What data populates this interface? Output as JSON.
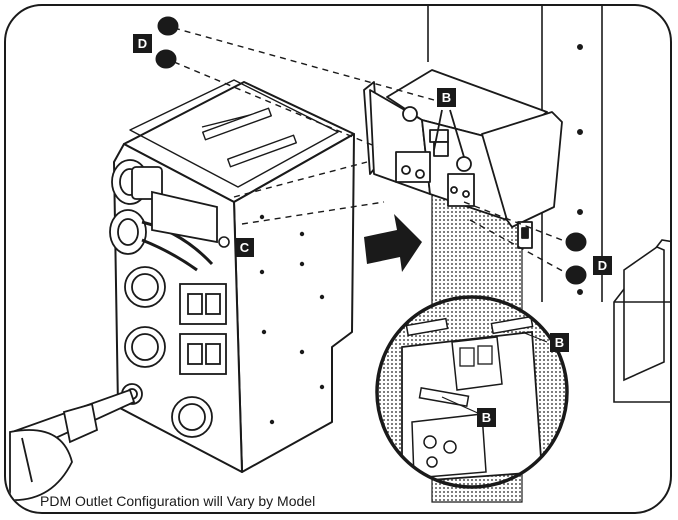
{
  "caption": "PDM Outlet Configuration will Vary by Model",
  "callouts": {
    "d_top": "D",
    "b_top": "B",
    "c_side": "C",
    "d_right": "D",
    "b_inset_right": "B",
    "b_inset_center": "B"
  },
  "colors": {
    "ink": "#1a1a1a",
    "paper": "#ffffff",
    "mesh": "#555555"
  }
}
